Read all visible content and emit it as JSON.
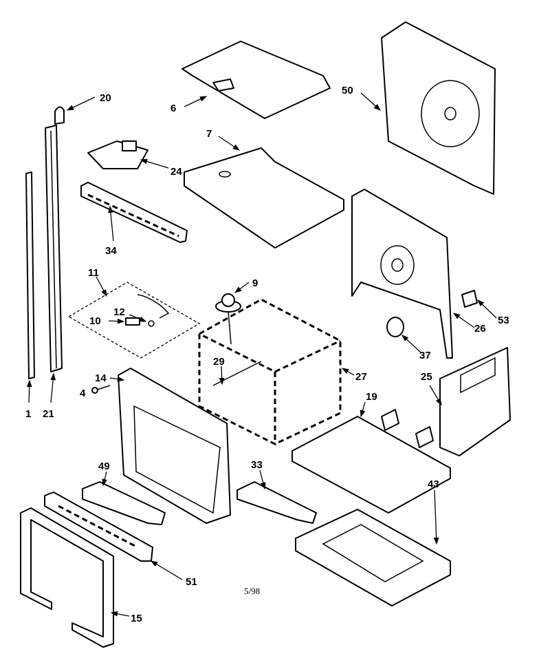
{
  "diagram": {
    "labels": [
      "20",
      "6",
      "50",
      "7",
      "24",
      "34",
      "11",
      "9",
      "12",
      "10",
      "53",
      "26",
      "37",
      "29",
      "27",
      "14",
      "25",
      "4",
      "1",
      "21",
      "19",
      "49",
      "33",
      "43",
      "51",
      "15"
    ],
    "footer": "5/98"
  }
}
